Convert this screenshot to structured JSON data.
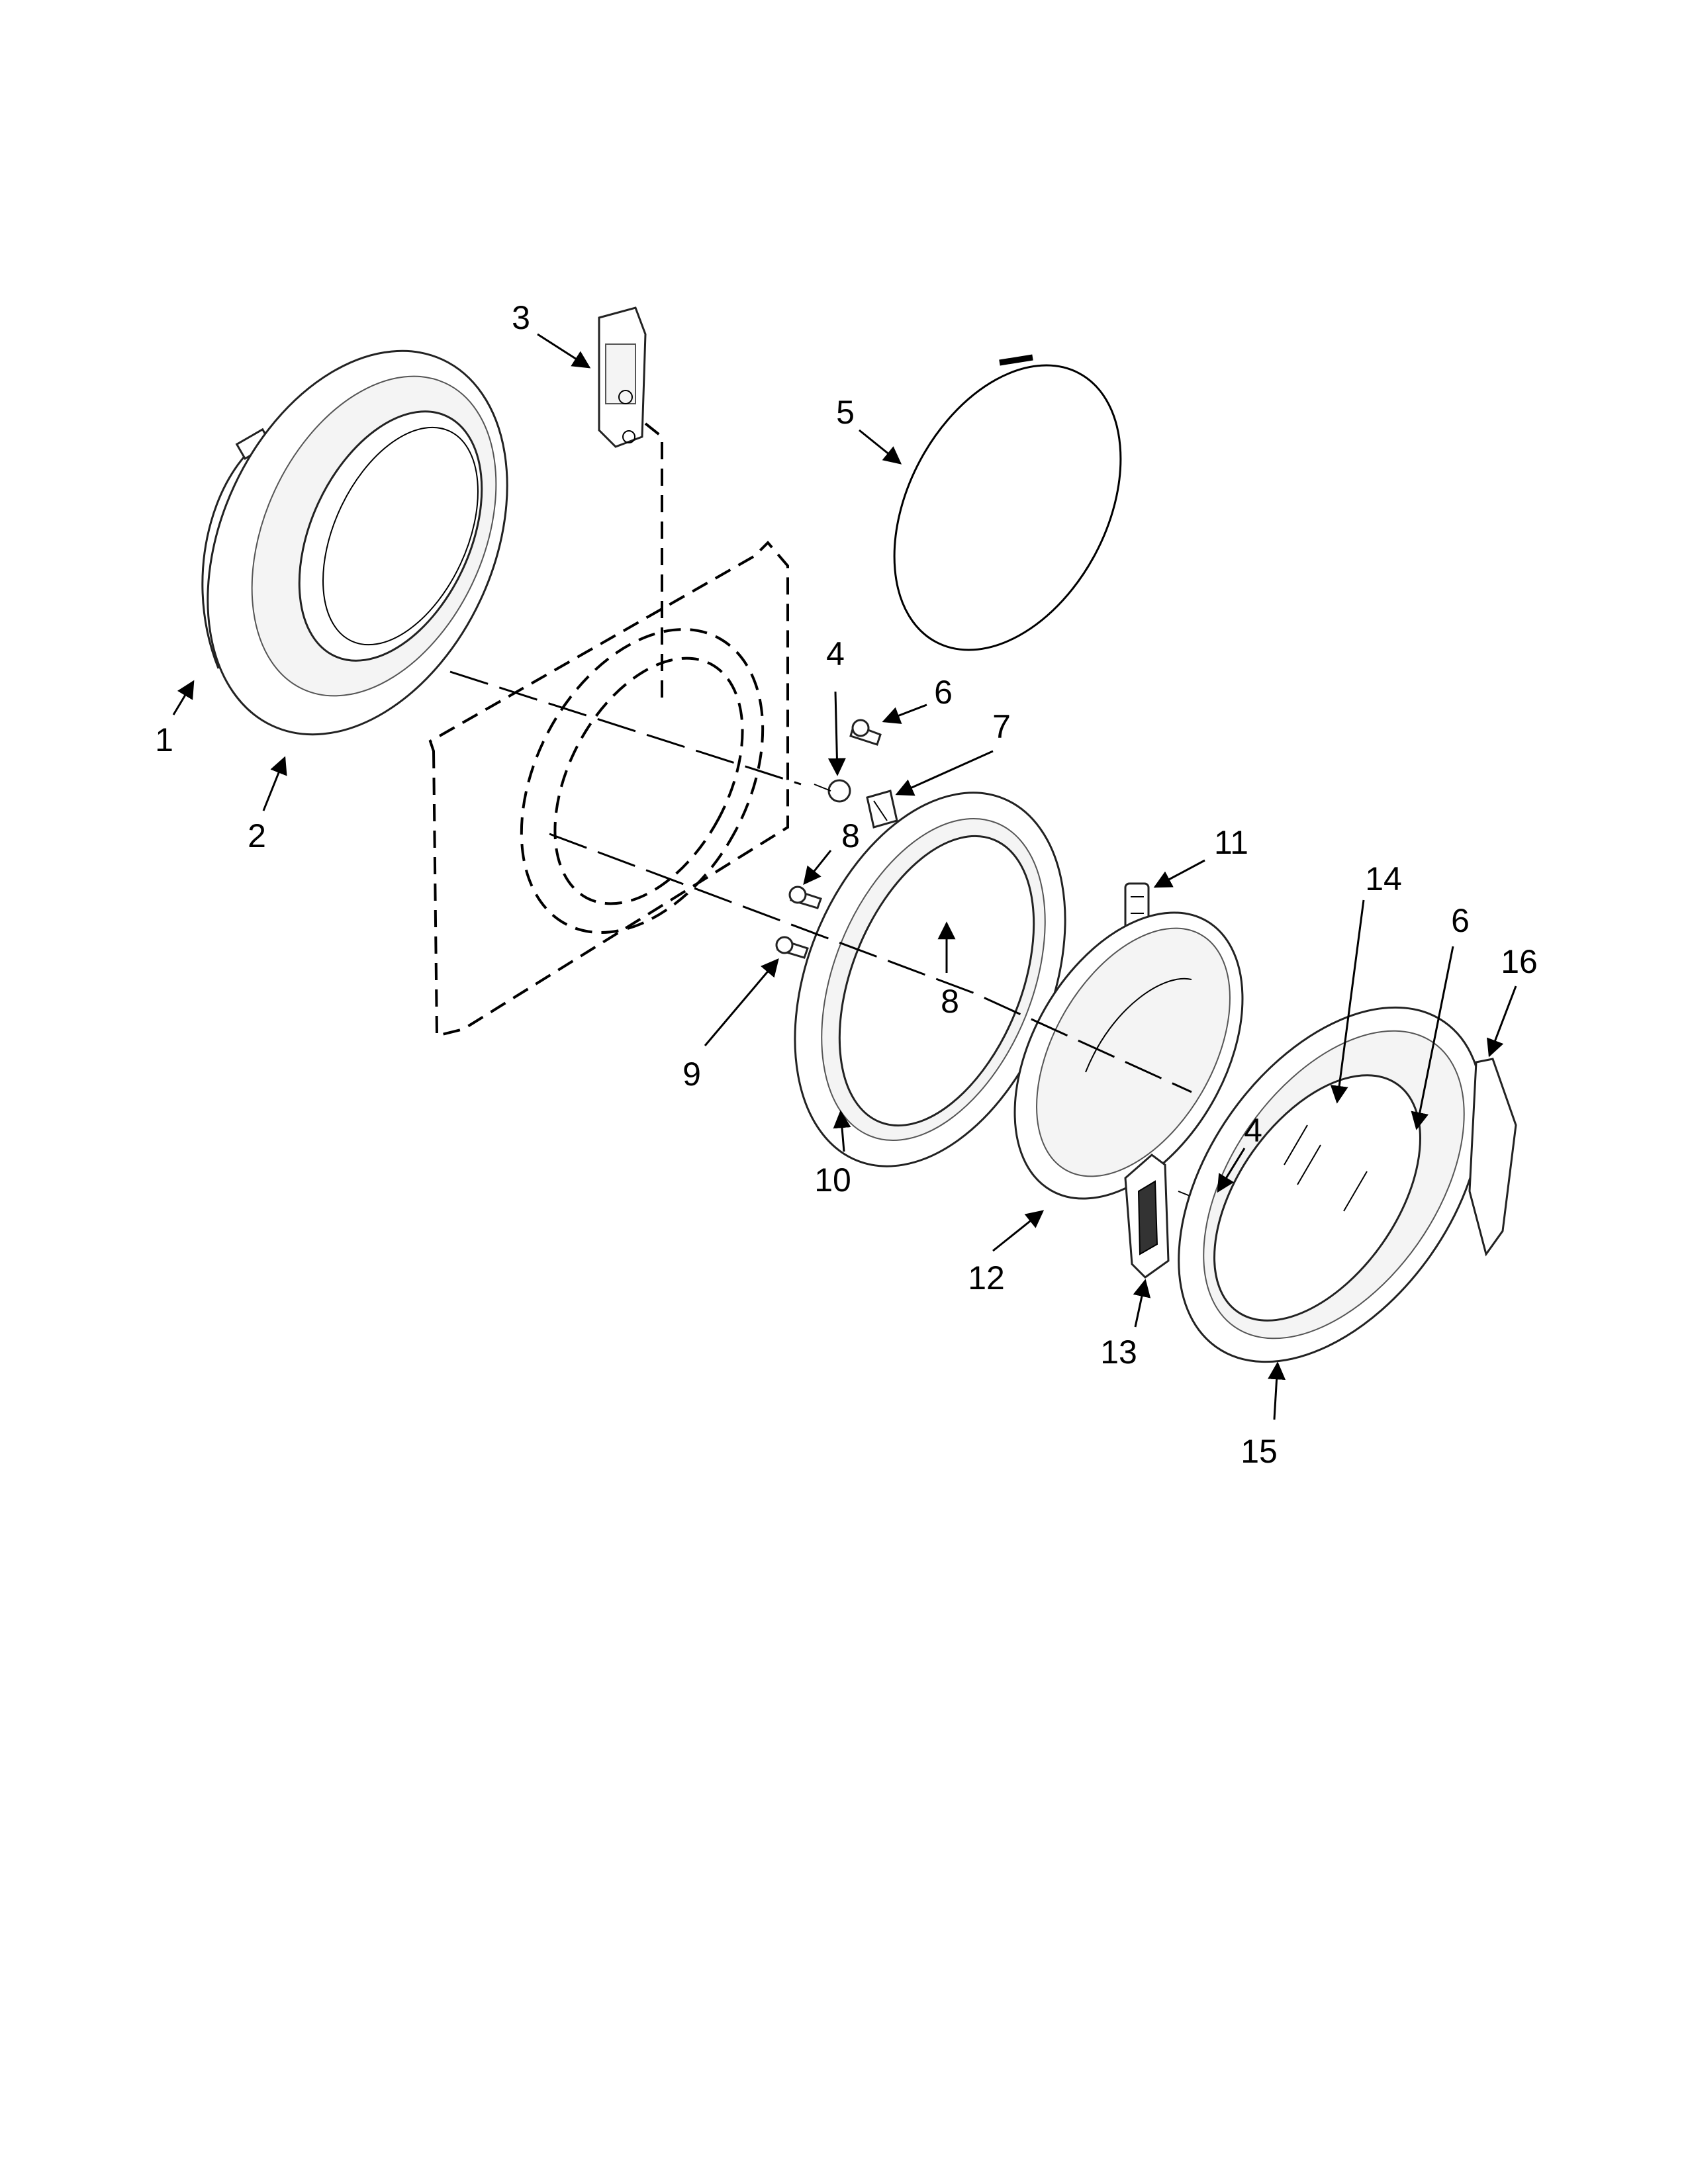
{
  "diagram": {
    "callouts": [
      {
        "id": "c1",
        "label": "1"
      },
      {
        "id": "c2",
        "label": "2"
      },
      {
        "id": "c3",
        "label": "3"
      },
      {
        "id": "c4a",
        "label": "4"
      },
      {
        "id": "c4b",
        "label": "4"
      },
      {
        "id": "c5",
        "label": "5"
      },
      {
        "id": "c6a",
        "label": "6"
      },
      {
        "id": "c6b",
        "label": "6"
      },
      {
        "id": "c7",
        "label": "7"
      },
      {
        "id": "c8a",
        "label": "8"
      },
      {
        "id": "c8b",
        "label": "8"
      },
      {
        "id": "c9",
        "label": "9"
      },
      {
        "id": "c10",
        "label": "10"
      },
      {
        "id": "c11",
        "label": "11"
      },
      {
        "id": "c12",
        "label": "12"
      },
      {
        "id": "c13",
        "label": "13"
      },
      {
        "id": "c14",
        "label": "14"
      },
      {
        "id": "c15",
        "label": "15"
      },
      {
        "id": "c16",
        "label": "16"
      }
    ]
  }
}
